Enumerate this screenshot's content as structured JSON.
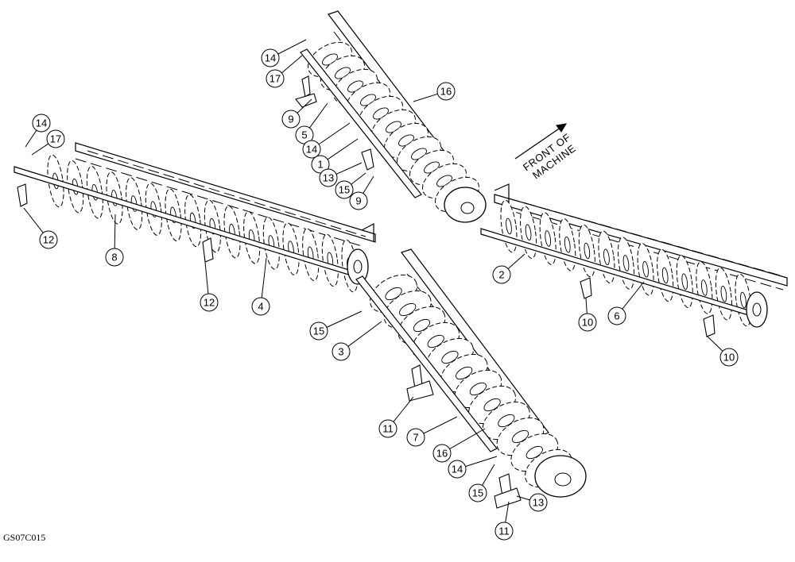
{
  "drawing_id": "GS07C015",
  "front_label_line1": "FRONT OF",
  "front_label_line2": "MACHINE",
  "callouts": {
    "c14a": "14",
    "c17a": "17",
    "c9a": "9",
    "c5": "5",
    "c16a": "16",
    "c14b": "14",
    "c1": "1",
    "c13a": "13",
    "c15a": "15",
    "c9b": "9",
    "c14c": "14",
    "c17b": "17",
    "c12a": "12",
    "c8": "8",
    "c12b": "12",
    "c4": "4",
    "c2": "2",
    "c10a": "10",
    "c6": "6",
    "c10b": "10",
    "c15b": "15",
    "c3": "3",
    "c11a": "11",
    "c7": "7",
    "c16b": "16",
    "c14d": "14",
    "c15c": "15",
    "c13b": "13",
    "c11b": "11"
  }
}
